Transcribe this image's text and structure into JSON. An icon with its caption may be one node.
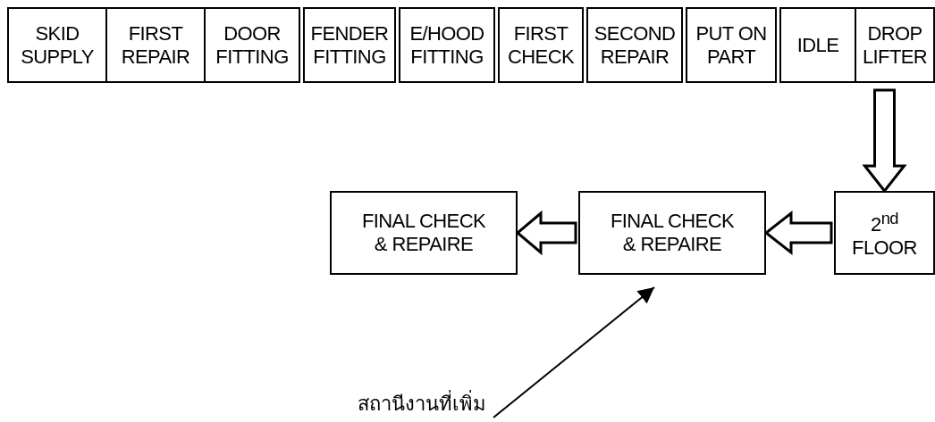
{
  "diagram": {
    "nodes": [
      {
        "text": [
          "SKID SUPPLY"
        ]
      },
      {
        "text": [
          "FIRST REPAIR"
        ]
      },
      {
        "text": [
          "DOOR FITTING"
        ]
      },
      {
        "text": [
          "FENDER FITTING"
        ]
      },
      {
        "text": [
          "E/HOOD FITTING"
        ]
      },
      {
        "text": [
          "FIRST CHECK"
        ]
      },
      {
        "text": [
          "SECOND REPAIR"
        ]
      },
      {
        "text": [
          "PUT ON PART"
        ]
      },
      {
        "text": [
          "IDLE"
        ]
      },
      {
        "text": [
          "DROP LIFTER"
        ]
      },
      {
        "text": [
          "2$^{nd}$ FLOOR"
        ]
      },
      {
        "text": [
          "FINAL CHECK & REPAIRE"
        ]
      },
      {
        "text": [
          "FINAL CHECK & REPAIRE"
        ]
      },
      {
        "text": [
          "สถานีงานที่เพิ่ม"
        ]
      }
    ],
    "edges": [
      {
        "from": 9,
        "to": 10,
        "arrow": "to",
        "style": "thick"
      },
      {
        "from": 10,
        "to": 11,
        "arrow": "to",
        "style": "thick"
      },
      {
        "from": 11,
        "to": 12,
        "arrow": "to",
        "style": "thick"
      },
      {
        "from": 13,
        "to": 11,
        "arrow": "to"
      }
    ]
  }
}
